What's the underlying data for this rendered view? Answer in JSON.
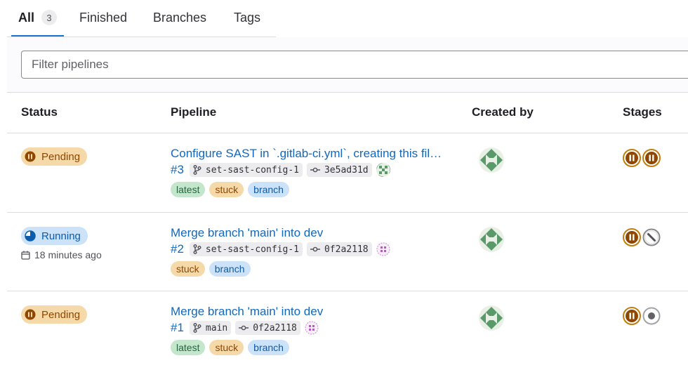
{
  "tabs": [
    {
      "label": "All",
      "count": "3"
    },
    {
      "label": "Finished"
    },
    {
      "label": "Branches"
    },
    {
      "label": "Tags"
    }
  ],
  "filter": {
    "placeholder": "Filter pipelines"
  },
  "table": {
    "headers": [
      "Status",
      "Pipeline",
      "Created by",
      "Stages"
    ]
  },
  "pipelines": [
    {
      "status": "Pending",
      "title": "Configure SAST in `.gitlab-ci.yml`, creating this file if it does not already exist",
      "id": "#3",
      "branch": "set-sast-config-1",
      "commit": "3e5ad31d",
      "labels": [
        "latest",
        "stuck",
        "branch"
      ],
      "stages": [
        "pending-icon",
        "pending-icon"
      ]
    },
    {
      "status": "Running",
      "duration": "18 minutes ago",
      "title": "Merge branch 'main' into dev",
      "id": "#2",
      "branch": "set-sast-config-1",
      "commit": "0f2a2118",
      "labels": [
        "stuck",
        "branch"
      ],
      "stages": [
        "pending-icon",
        "canceled-icon"
      ]
    },
    {
      "status": "Pending",
      "title": "Merge branch 'main' into dev",
      "id": "#1",
      "branch": "main",
      "commit": "0f2a2118",
      "labels": [
        "latest",
        "stuck",
        "branch"
      ],
      "stages": [
        "pending-icon",
        "created-icon"
      ]
    }
  ],
  "colors": {
    "link": "#1068bf",
    "pending_bg": "#f5d9a8",
    "pending_fg": "#8f4700",
    "running_bg": "#cbe2f9",
    "running_fg": "#0b5cad",
    "label_green": "#c3e6cd"
  }
}
